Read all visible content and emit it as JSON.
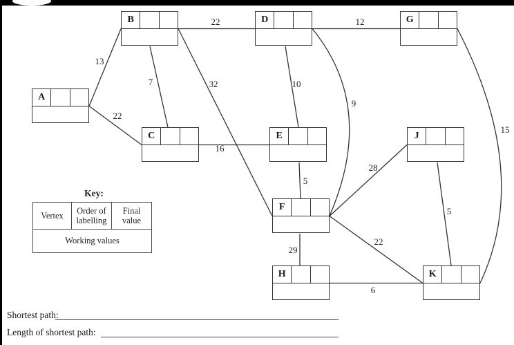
{
  "graph": {
    "vertices": [
      {
        "label": "A"
      },
      {
        "label": "B"
      },
      {
        "label": "C"
      },
      {
        "label": "D"
      },
      {
        "label": "E"
      },
      {
        "label": "F"
      },
      {
        "label": "G"
      },
      {
        "label": "H"
      },
      {
        "label": "J"
      },
      {
        "label": "K"
      }
    ],
    "edges": [
      {
        "from": "A",
        "to": "B",
        "weight": 13
      },
      {
        "from": "A",
        "to": "C",
        "weight": 22
      },
      {
        "from": "B",
        "to": "C",
        "weight": 7
      },
      {
        "from": "B",
        "to": "D",
        "weight": 22
      },
      {
        "from": "B",
        "to": "F",
        "weight": 32
      },
      {
        "from": "C",
        "to": "E",
        "weight": 16
      },
      {
        "from": "D",
        "to": "E",
        "weight": 10
      },
      {
        "from": "D",
        "to": "G",
        "weight": 12
      },
      {
        "from": "D",
        "to": "F",
        "weight": 9
      },
      {
        "from": "E",
        "to": "F",
        "weight": 5
      },
      {
        "from": "F",
        "to": "H",
        "weight": 29
      },
      {
        "from": "F",
        "to": "K",
        "weight": 22
      },
      {
        "from": "J",
        "to": "F",
        "weight": 28
      },
      {
        "from": "J",
        "to": "K",
        "weight": 5
      },
      {
        "from": "G",
        "to": "K",
        "weight": 15
      },
      {
        "from": "H",
        "to": "K",
        "weight": 6
      }
    ]
  },
  "key": {
    "title": "Key:",
    "vertex": "Vertex",
    "order_of_labelling": "Order of\nlabelling",
    "final_value": "Final\nvalue",
    "working_values": "Working values"
  },
  "answers": {
    "shortest_path_label": "Shortest path:",
    "shortest_path_value": "",
    "length_of_shortest_path_label": "Length of shortest path:",
    "length_of_shortest_path_value": ""
  },
  "colors": {
    "line": "#333333",
    "scan_border": "#000000",
    "background": "#ffffff"
  }
}
